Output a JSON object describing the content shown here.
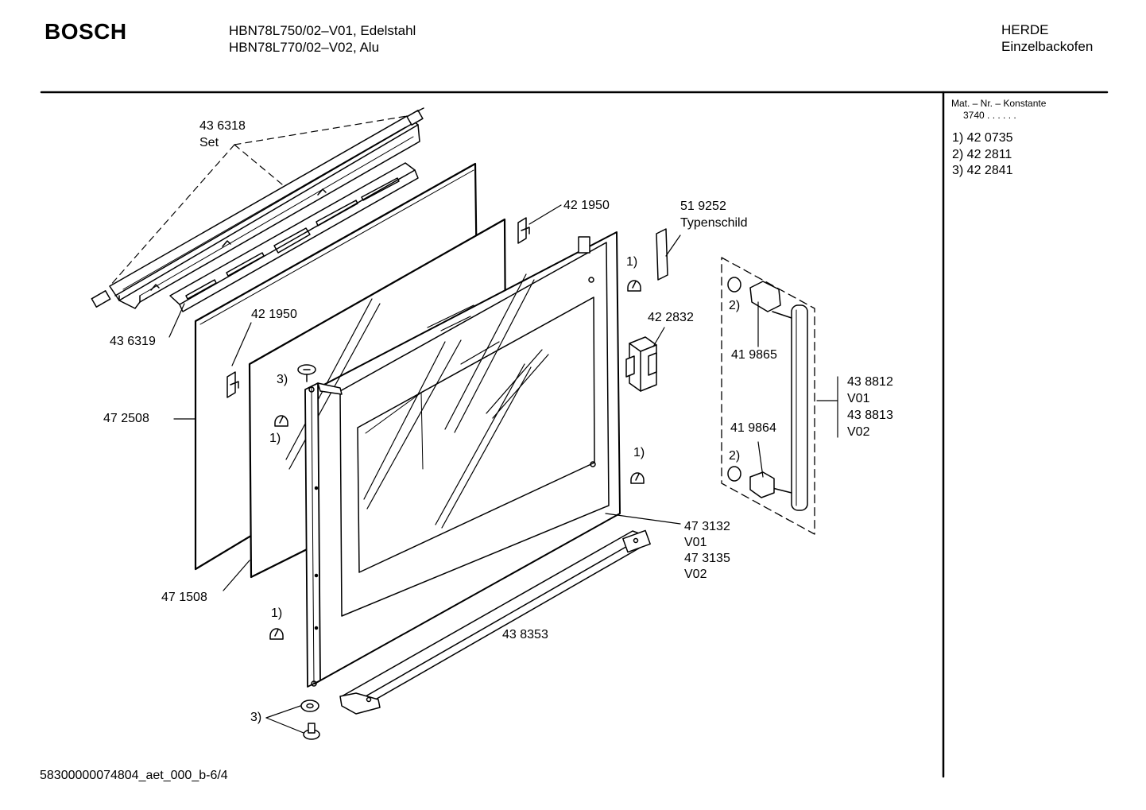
{
  "header": {
    "brand": "BOSCH",
    "models": [
      "HBN78L750/02–V01, Edelstahl",
      "HBN78L770/02–V02, Alu"
    ],
    "category": "HERDE",
    "subcategory": "Einzelbackofen"
  },
  "sidebar": {
    "mat_label": "Mat. – Nr. – Konstante",
    "mat_value": "3740 . .   . . . .",
    "notes": [
      "1) 42 0735",
      "2) 42 2811",
      "3) 42 2841"
    ]
  },
  "labels": {
    "p436318": "43 6318",
    "set": "Set",
    "p436319": "43 6319",
    "p421950_top": "42 1950",
    "p421950_left": "42 1950",
    "p519252": "51 9252",
    "typenschild": "Typenschild",
    "n1_right_top": "1)",
    "p422832": "42 2832",
    "n2_top": "2)",
    "p419865": "41 9865",
    "p438812": "43 8812",
    "v01_a": "V01",
    "p438813": "43 8813",
    "v02_a": "V02",
    "p419864": "41 9864",
    "n2_bottom": "2)",
    "n1_right_mid": "1)",
    "p472508": "47 2508",
    "n3_top": "3)",
    "n1_left_mid": "1)",
    "p473132": "47 3132",
    "v01_b": "V01",
    "p473135": "47 3135",
    "v02_b": "V02",
    "p471508": "47 1508",
    "n1_left_bottom": "1)",
    "p438353": "43 8353",
    "n3_bottom": "3)"
  },
  "footer": "58300000074804_aet_000_b-6/4"
}
